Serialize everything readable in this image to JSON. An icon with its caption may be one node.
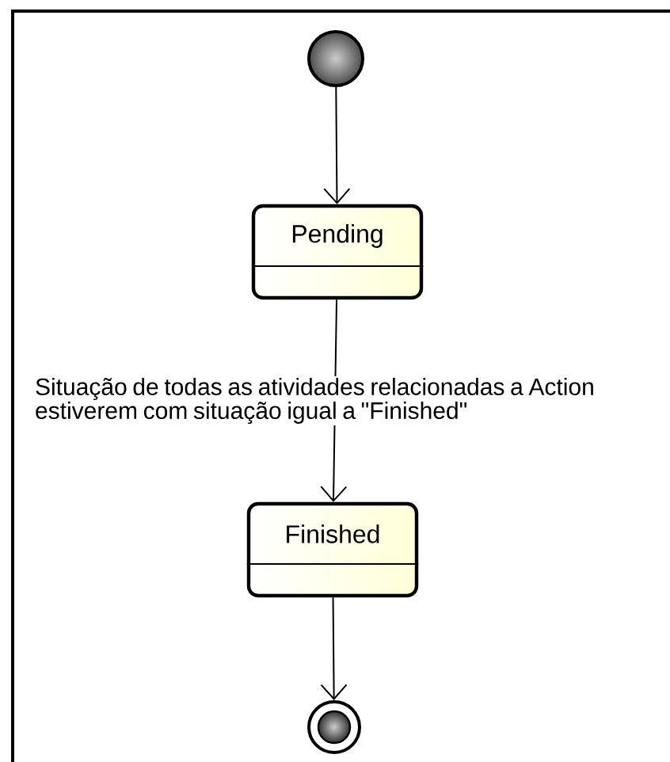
{
  "diagram": {
    "nodes": [
      {
        "text": [],
        "shape": "circle"
      },
      {
        "text": [
          "Pending"
        ]
      },
      {
        "text": [
          "Finished"
        ]
      },
      {
        "text": [],
        "shape": "circle"
      }
    ],
    "edges": [
      {
        "from": 0,
        "to": 1,
        "arrow": "to"
      },
      {
        "from": 1,
        "to": 2,
        "arrow": "to",
        "label": "Situação de todas as atividades relacionadas a Action estiverem com situação igual a \"Finished\""
      },
      {
        "from": 2,
        "to": 3,
        "arrow": "to"
      }
    ]
  }
}
